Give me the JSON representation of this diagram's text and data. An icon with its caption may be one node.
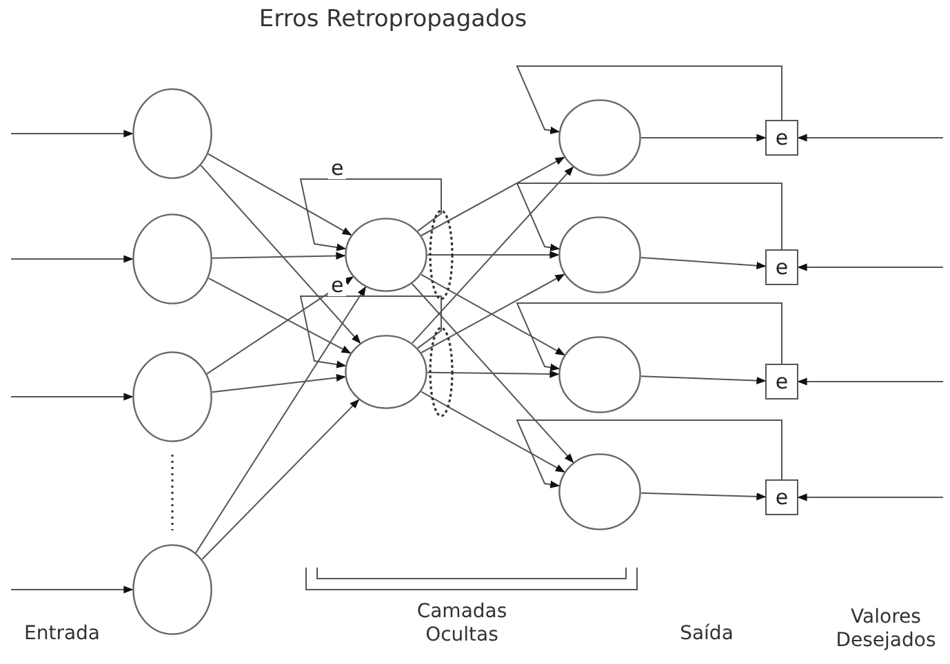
{
  "diagram": {
    "title": "Erros Retropropagados",
    "nodes": [
      {
        "text": [],
        "shape": "circle"
      },
      {
        "text": [],
        "shape": "circle"
      },
      {
        "text": [],
        "shape": "circle"
      },
      {
        "text": [],
        "shape": "circle"
      },
      {
        "text": [],
        "shape": "circle"
      },
      {
        "text": [],
        "shape": "circle"
      },
      {
        "text": [],
        "shape": "circle"
      },
      {
        "text": [],
        "shape": "circle"
      },
      {
        "text": [],
        "shape": "circle"
      },
      {
        "text": [],
        "shape": "circle"
      },
      {
        "text": [
          "e"
        ]
      },
      {
        "text": [
          "e"
        ]
      },
      {
        "text": [
          "e"
        ]
      },
      {
        "text": [
          "e"
        ]
      }
    ],
    "edges": [
      {
        "from": null,
        "to": 0,
        "arrow": "to"
      },
      {
        "from": null,
        "to": 1,
        "arrow": "to"
      },
      {
        "from": null,
        "to": 2,
        "arrow": "to"
      },
      {
        "from": null,
        "to": 3,
        "arrow": "to"
      },
      {
        "from": 0,
        "to": 4,
        "arrow": "to"
      },
      {
        "from": 0,
        "to": 5,
        "arrow": "to"
      },
      {
        "from": 1,
        "to": 4,
        "arrow": "to"
      },
      {
        "from": 1,
        "to": 5,
        "arrow": "to"
      },
      {
        "from": 2,
        "to": 4,
        "arrow": "to"
      },
      {
        "from": 2,
        "to": 5,
        "arrow": "to"
      },
      {
        "from": 3,
        "to": 4,
        "arrow": "to"
      },
      {
        "from": 3,
        "to": 5,
        "arrow": "to"
      },
      {
        "from": 4,
        "to": 4,
        "arrow": "to",
        "label": "e"
      },
      {
        "from": 5,
        "to": 5,
        "arrow": "to",
        "label": "e"
      },
      {
        "from": 4,
        "to": 6,
        "arrow": "to"
      },
      {
        "from": 4,
        "to": 7,
        "arrow": "to"
      },
      {
        "from": 4,
        "to": 8,
        "arrow": "to"
      },
      {
        "from": 4,
        "to": 9,
        "arrow": "to"
      },
      {
        "from": 5,
        "to": 6,
        "arrow": "to"
      },
      {
        "from": 5,
        "to": 7,
        "arrow": "to"
      },
      {
        "from": 5,
        "to": 8,
        "arrow": "to"
      },
      {
        "from": 5,
        "to": 9,
        "arrow": "to"
      },
      {
        "from": 6,
        "to": 10,
        "arrow": "to"
      },
      {
        "from": 7,
        "to": 11,
        "arrow": "to"
      },
      {
        "from": 8,
        "to": 12,
        "arrow": "to"
      },
      {
        "from": 9,
        "to": 13,
        "arrow": "to"
      },
      {
        "from": null,
        "to": 10,
        "arrow": "to"
      },
      {
        "from": null,
        "to": 11,
        "arrow": "to"
      },
      {
        "from": null,
        "to": 12,
        "arrow": "to"
      },
      {
        "from": null,
        "to": 13,
        "arrow": "to"
      },
      {
        "from": 10,
        "to": 6,
        "arrow": "to"
      },
      {
        "from": 11,
        "to": 7,
        "arrow": "to"
      },
      {
        "from": 12,
        "to": 8,
        "arrow": "to"
      },
      {
        "from": 13,
        "to": 9,
        "arrow": "to"
      }
    ],
    "labels": [
      "Entrada",
      "Camadas Ocultas",
      "Saída",
      "Valores Desejados"
    ]
  }
}
